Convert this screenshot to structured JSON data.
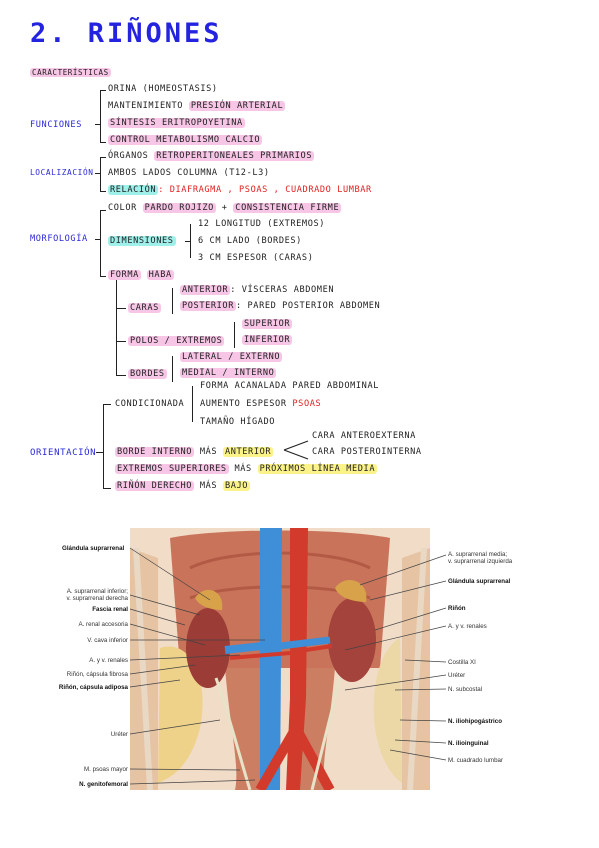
{
  "title": "2. RIÑONES",
  "caracteristicas": "CARACTERÍSTICAS",
  "funciones": {
    "label": "FUNCIONES",
    "items": [
      "ORINA (HOMEOSTASIS)",
      "MANTENIMIENTO",
      "PRESIÓN ARTERIAL",
      "SÍNTESIS ERITROPOYETINA",
      "CONTROL METABOLISMO CALCIO"
    ]
  },
  "localizacion": {
    "label": "LOCALIZACIÓN",
    "organos": "ÓRGANOS",
    "retro": "RETROPERITONEALES PRIMARIOS",
    "ambos": "AMBOS LADOS COLUMNA (T12-L3)",
    "relacion": "RELACIÓN",
    "relacion_rest": ": DIAFRAGMA , PSOAS , CUADRADO LUMBAR"
  },
  "morfologia": {
    "label": "MORFOLOGÍA",
    "color": "COLOR",
    "pardo": "PARDO ROJIZO",
    "plus": "+",
    "consistencia": "CONSISTENCIA FIRME",
    "dimensiones": "DIMENSIONES",
    "dims": [
      "12 LONGITUD (EXTREMOS)",
      "6 cm LADO (BORDES)",
      "3 cm ESPESOR (CARAS)"
    ],
    "forma": "FORMA",
    "haba": "HABA",
    "caras": "CARAS",
    "anterior": "ANTERIOR",
    "anterior_rest": ": VÍSCERAS ABDOMEN",
    "posterior": "POSTERIOR",
    "posterior_rest": ": PARED POSTERIOR ABDOMEN",
    "polos": "POLOS / EXTREMOS",
    "superior": "SUPERIOR",
    "inferior": "INFERIOR",
    "bordes": "BORDES",
    "lateral": "LATERAL / EXTERNO",
    "medial": "MEDIAL / INTERNO"
  },
  "orientacion": {
    "label": "ORIENTACIÓN",
    "condicionada": "CONDICIONADA",
    "cond_items": [
      "FORMA ACANALADA PARED ABDOMINAL",
      "AUMENTO ESPESOR",
      "TAMAÑO HÍGADO"
    ],
    "psoas": "PSOAS",
    "borde": "BORDE INTERNO",
    "mas": "MÁS",
    "anterior": "ANTERIOR",
    "cara1": "CARA ANTEROEXTERNA",
    "cara2": "CARA POSTEROINTERNA",
    "extremos": "EXTREMOS SUPERIORES",
    "proximos": "PRÓXIMOS LÍNEA MEDIA",
    "rinon": "RIÑÓN DERECHO",
    "bajo": "BAJO"
  },
  "figure_labels": {
    "left": [
      "Glándula suprarrenal",
      "A. suprarrenal inferior;",
      "v. suprarrenal derecha",
      "Fascia renal",
      "A. renal accesoria",
      "V. cava inferior",
      "A. y v. renales",
      "Riñón, cápsula fibrosa",
      "Riñón, cápsula adiposa",
      "Uréter",
      "M. psoas mayor",
      "N. genitofemoral"
    ],
    "right": [
      "A. suprarrenal media;",
      "v. suprarrenal izquierda",
      "Glándula suprarrenal",
      "Riñón",
      "A. y v. renales",
      "Costilla XI",
      "Uréter",
      "N. subcostal",
      "N. iliohipogástrico",
      "N. ilioinguinal",
      "M. cuadrado lumbar"
    ]
  },
  "colors": {
    "title": "#2323e0",
    "label_blue": "#2a2ad8",
    "red": "#e02020",
    "pink": "#f7c6e6",
    "cyan": "#9ff0ea",
    "yellow": "#fbf38a"
  }
}
